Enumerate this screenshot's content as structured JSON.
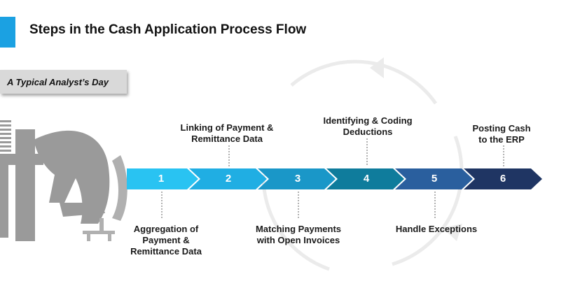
{
  "header": {
    "title": "Steps in the Cash Application Process Flow",
    "accent_color": "#1ba1e2"
  },
  "tag": {
    "label": "A Typical Analyst’s Day"
  },
  "steps": [
    {
      "number": "1",
      "label_line1": "Aggregation of",
      "label_line2": "Payment &",
      "label_line3": "Remittance Data",
      "color": "#29c3f2"
    },
    {
      "number": "2",
      "label_line1": "Linking of Payment &",
      "label_line2": "Remittance Data",
      "color": "#20aee3"
    },
    {
      "number": "3",
      "label_line1": "Matching Payments",
      "label_line2": "with Open Invoices",
      "color": "#1a97c8"
    },
    {
      "number": "4",
      "label_line1": "Identifying & Coding",
      "label_line2": "Deductions",
      "color": "#0f7c9c"
    },
    {
      "number": "5",
      "label_line1": "Handle Exceptions",
      "color": "#2a5f9e"
    },
    {
      "number": "6",
      "label_line1": "Posting Cash",
      "label_line2": "to the ERP",
      "color": "#1f3563"
    }
  ],
  "icons": {
    "figure": "tired-person-icon",
    "cycle": "cycle-arrow-icon"
  }
}
